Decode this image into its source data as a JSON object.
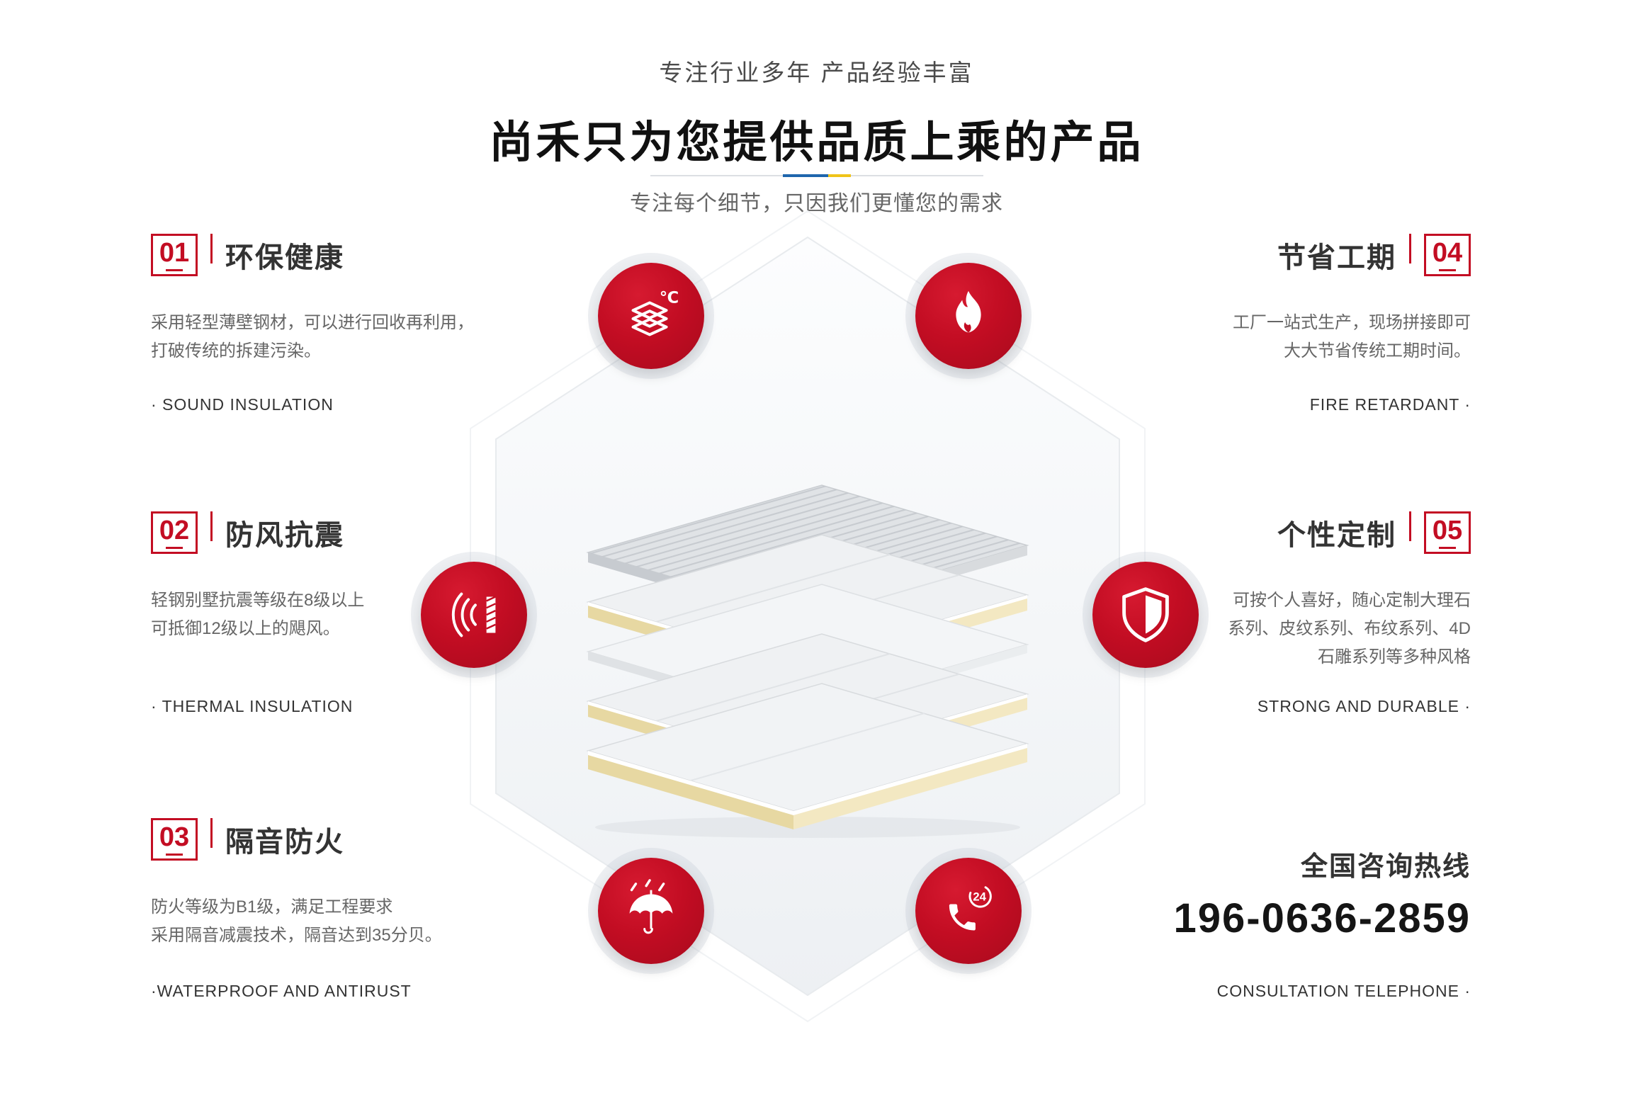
{
  "header": {
    "tagline": "专注行业多年 产品经验丰富",
    "title": "尚禾只为您提供品质上乘的产品",
    "subtitle": "专注每个细节，只因我们更懂您的需求"
  },
  "features": {
    "left": [
      {
        "num": "01",
        "title": "环保健康",
        "lines": [
          "采用轻型薄壁钢材，可以进行回收再利用，",
          "打破传统的拆建污染。"
        ],
        "tag": "· SOUND INSULATION"
      },
      {
        "num": "02",
        "title": "防风抗震",
        "lines": [
          "轻钢别墅抗震等级在8级以上",
          "可抵御12级以上的飓风。"
        ],
        "tag": "· THERMAL INSULATION"
      },
      {
        "num": "03",
        "title": "隔音防火",
        "lines": [
          "防火等级为B1级，满足工程要求",
          "采用隔音减震技术，隔音达到35分贝。"
        ],
        "tag": "·WATERPROOF AND ANTIRUST"
      }
    ],
    "right": [
      {
        "num": "04",
        "title": "节省工期",
        "lines": [
          "工厂一站式生产，现场拼接即可",
          "大大节省传统工期时间。"
        ],
        "tag": "FIRE RETARDANT ·"
      },
      {
        "num": "05",
        "title": "个性定制",
        "lines": [
          "可按个人喜好，随心定制大理石",
          "系列、皮纹系列、布纹系列、4D",
          "石雕系列等多种风格"
        ],
        "tag": "STRONG AND DURABLE ·"
      }
    ]
  },
  "hotline": {
    "label": "全国咨询热线",
    "phone": "196-0636-2859",
    "tag": "CONSULTATION TELEPHONE ·"
  },
  "icons": {
    "thermal": {
      "name": "thermal-layers-icon",
      "glyph": "℃"
    },
    "fire": {
      "name": "flame-icon"
    },
    "shockproof": {
      "name": "sound-wave-icon"
    },
    "shield": {
      "name": "shield-icon"
    },
    "waterproof": {
      "name": "umbrella-rain-icon"
    },
    "phone24": {
      "name": "phone-24-icon",
      "glyph": "24"
    }
  },
  "colors": {
    "accent": "#c30d23",
    "divider_blue": "#1f66ad",
    "divider_yellow": "#f0c419",
    "text_dark": "#333333",
    "text_muted": "#666666"
  }
}
